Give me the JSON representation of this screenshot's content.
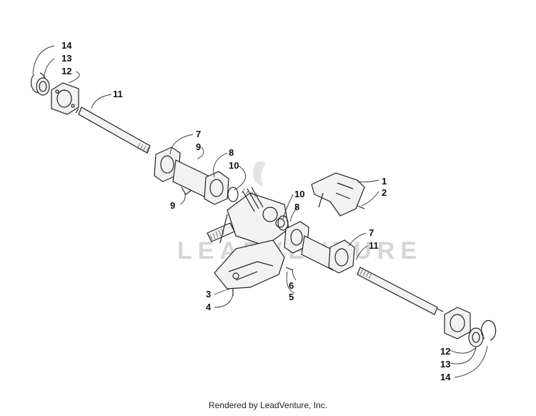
{
  "callouts": {
    "c14a": "14",
    "c13a": "13",
    "c12a": "12",
    "c11a": "11",
    "c7a": "7",
    "c9a": "9",
    "c8a": "8",
    "c10a": "10",
    "c9b": "9",
    "c1": "1",
    "c2": "2",
    "c10b": "10",
    "c8b": "8",
    "c7b": "7",
    "c11b": "11",
    "c3": "3",
    "c4": "4",
    "c6": "6",
    "c5": "5",
    "c12b": "12",
    "c13b": "13",
    "c14b": "14"
  },
  "watermark": "LEADVENTURE",
  "footer": "Rendered by LeadVenture, Inc."
}
